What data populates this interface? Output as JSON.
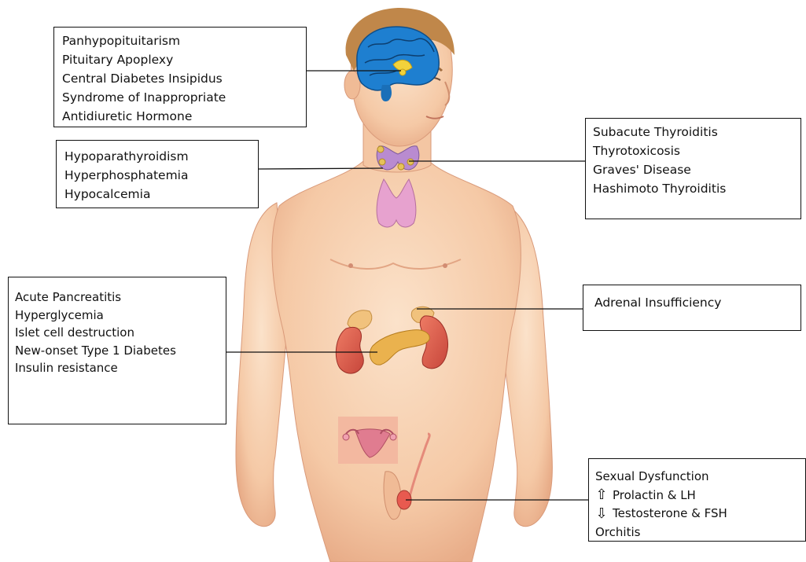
{
  "pituitary_box": {
    "items": [
      "Panhypopituitarism",
      "Pituitary Apoplexy",
      "Central Diabetes Insipidus",
      "Syndrome of Inappropriate",
      "Antidiuretic Hormone"
    ]
  },
  "parathyroid_box": {
    "items": [
      "Hypoparathyroidism",
      "Hyperphosphatemia",
      "Hypocalcemia"
    ]
  },
  "thyroid_box": {
    "items": [
      "Subacute Thyroiditis",
      "Thyrotoxicosis",
      "Graves' Disease",
      "Hashimoto Thyroiditis"
    ]
  },
  "pancreas_box": {
    "items": [
      "Acute Pancreatitis",
      "Hyperglycemia",
      "Islet cell destruction",
      "New-onset Type 1 Diabetes",
      "Insulin resistance"
    ]
  },
  "adrenal_box": {
    "items": [
      "Adrenal Insufficiency"
    ]
  },
  "gonads_box": {
    "title": "Sexual Dysfunction",
    "up_item": {
      "icon": "up-arrow-icon",
      "label": "Prolactin & LH"
    },
    "down_item": {
      "icon": "down-arrow-icon",
      "label": "Testosterone & FSH"
    },
    "last": "Orchitis"
  },
  "colors": {
    "skin": "#f7cfae",
    "skin_shadow": "#e6a987",
    "hair": "#c0874a",
    "brain": "#1e7fd0",
    "thyroid": "#b98bd0",
    "parathyroid": "#e6c25a",
    "thymus": "#e7a2cf",
    "kidney": "#d8584a",
    "adrenal": "#f1c27d",
    "pancreas": "#eab24e",
    "testis": "#e85a4f",
    "reproductive": "#e07c90"
  }
}
